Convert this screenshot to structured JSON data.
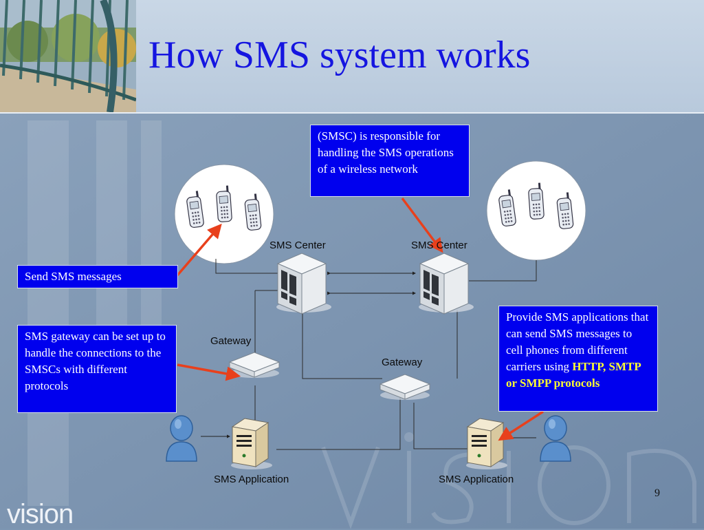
{
  "slide": {
    "title": "How SMS system works",
    "number": "9",
    "logo_text": "vision"
  },
  "diagram": {
    "nodes": {
      "sms_center_left": "SMS Center",
      "sms_center_right": "SMS Center",
      "gateway_left": "Gateway",
      "gateway_right": "Gateway",
      "app_left": "SMS Application",
      "app_right": "SMS Application"
    },
    "callouts": {
      "smsc": "(SMSC) is responsible for handling the SMS operations of a wireless network",
      "send": "Send SMS messages",
      "gateway": "SMS gateway can be set up to handle the connections to the SMSCs with different protocols",
      "apps_prefix": "Provide SMS applications that can send SMS messages to cell phones from different carriers using ",
      "apps_highlight": "HTTP, SMTP or SMPP protocols"
    }
  },
  "colors": {
    "title": "#1515e0",
    "callout_bg": "#0000ee",
    "highlight": "#ffff33",
    "arrow": "#e8401c"
  }
}
